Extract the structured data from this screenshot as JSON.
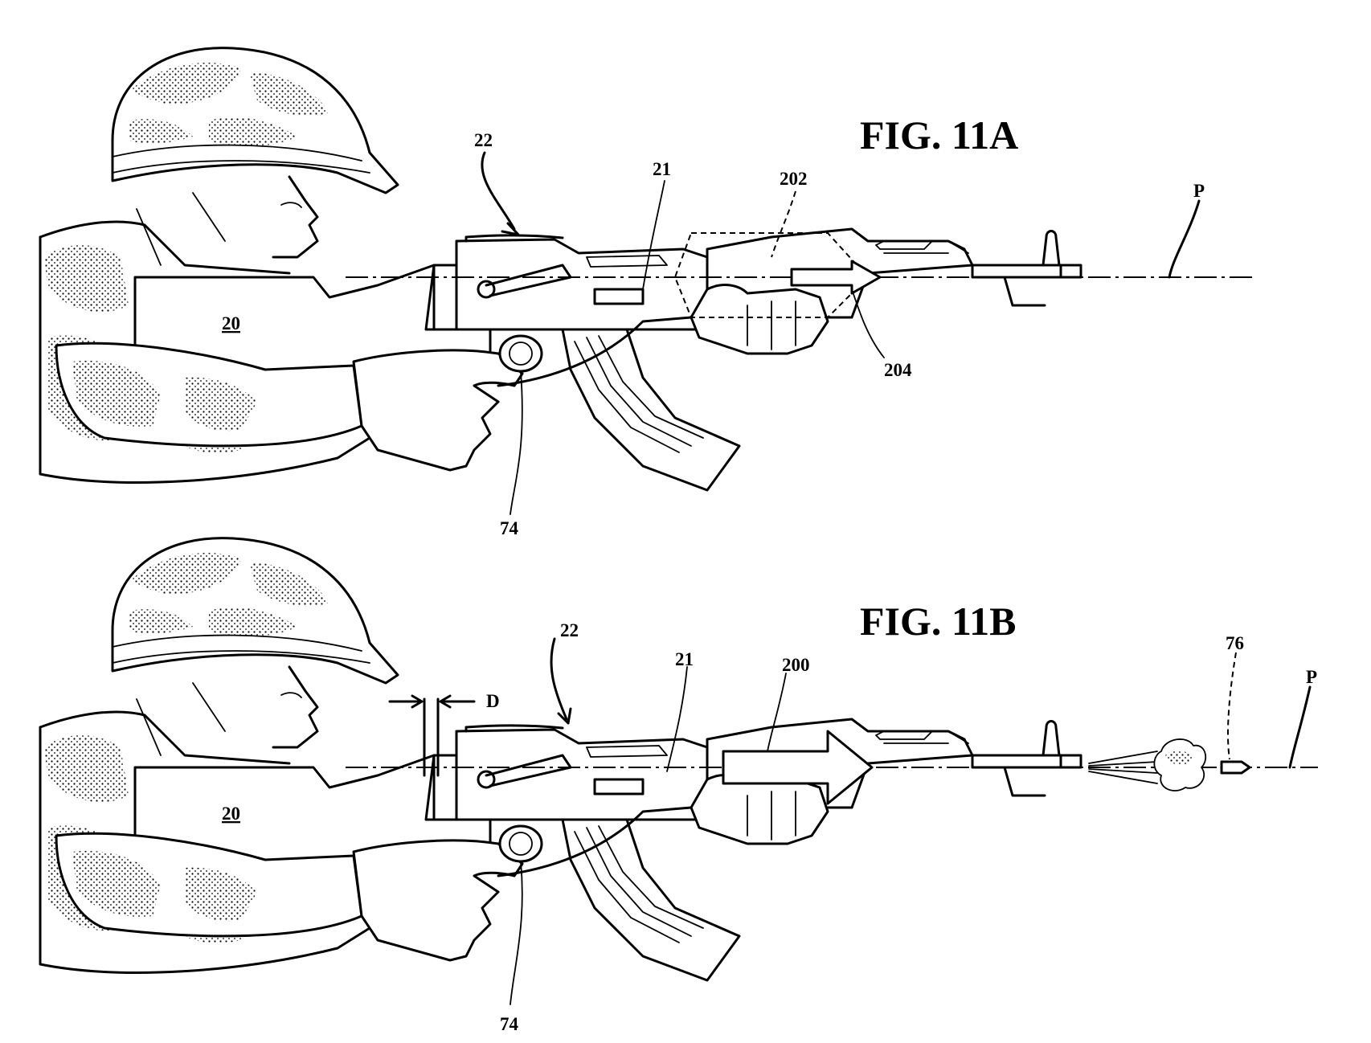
{
  "figures": [
    {
      "title": "FIG. 11A",
      "labels": {
        "stock": "20",
        "weapon": "21",
        "assembly": "22",
        "trigger": "74",
        "retracted": "202",
        "rail": "204",
        "axis": "P"
      }
    },
    {
      "title": "FIG. 11B",
      "labels": {
        "stock": "20",
        "weapon": "21",
        "assembly": "22",
        "trigger": "74",
        "extended": "200",
        "projectile": "76",
        "axis": "P",
        "displacement": "D"
      }
    }
  ]
}
